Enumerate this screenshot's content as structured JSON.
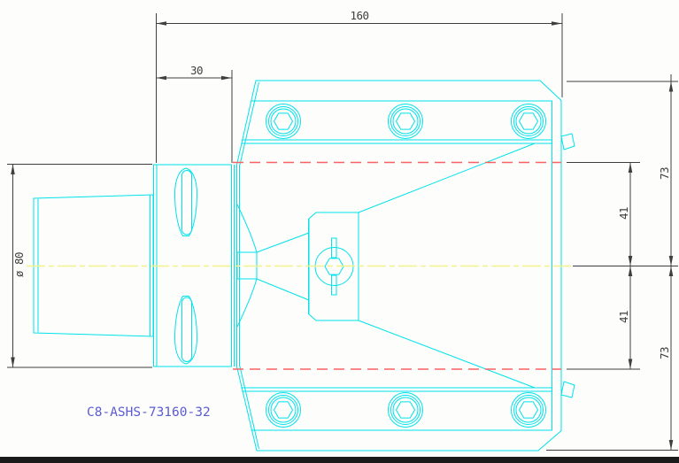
{
  "drawing": {
    "part_number": "C8-ASHS-73160-32",
    "dimensions": {
      "overall_length": "160",
      "gauge_length": "30",
      "shank_diameter": "ø 80",
      "upper_height": "73",
      "upper_offset": "41",
      "lower_offset": "41",
      "lower_height": "73"
    },
    "colors": {
      "part_line": "#00e2ea",
      "hidden_line": "#fa6262",
      "center_line": "#f2f28a",
      "dimension_line": "#3f3f3f",
      "part_number_text": "#5b5bd2",
      "background": "#fdfdfc",
      "bottom_border": "#1a1a1a"
    }
  }
}
